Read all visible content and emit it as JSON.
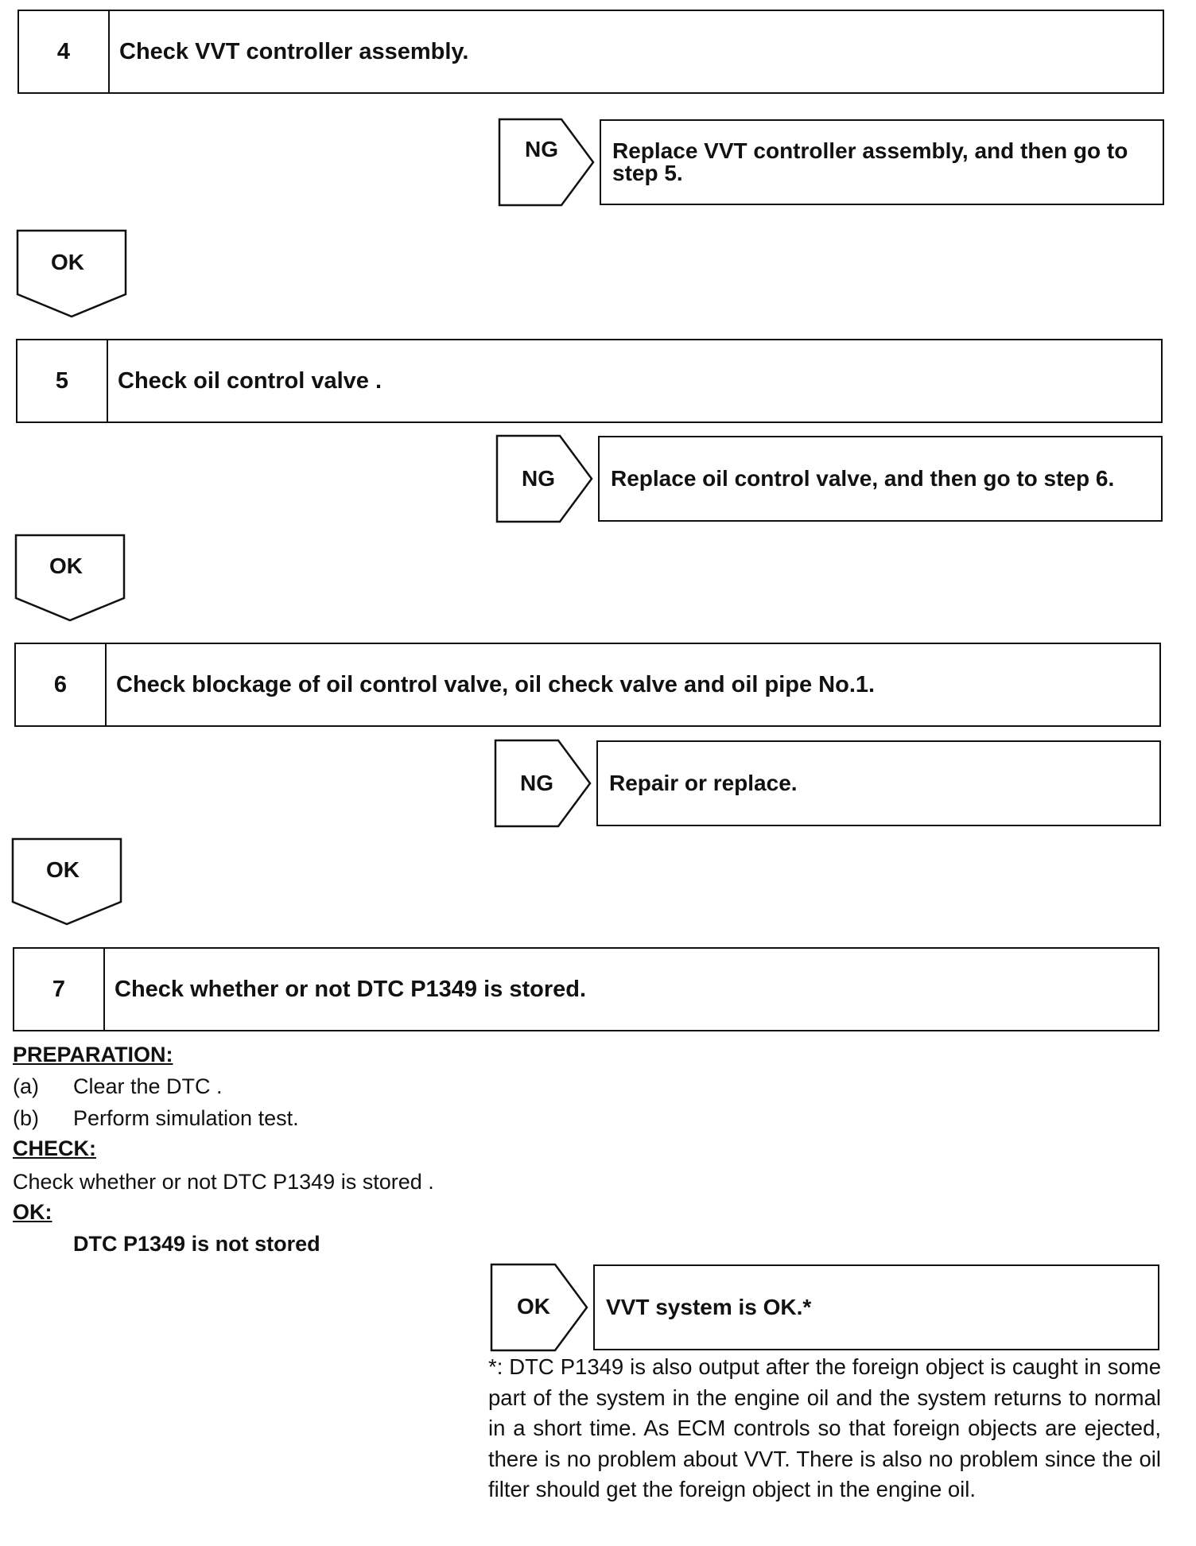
{
  "steps": [
    {
      "number": "4",
      "title": "Check VVT controller assembly.",
      "ng_label": "NG",
      "ng_action": "Replace VVT controller assembly, and then go to step 5.",
      "ok_label": "OK"
    },
    {
      "number": "5",
      "title": "Check oil control valve .",
      "ng_label": "NG",
      "ng_action": "Replace oil control valve, and then go to step 6.",
      "ok_label": "OK"
    },
    {
      "number": "6",
      "title": "Check blockage of oil control valve, oil check valve and oil pipe No.1.",
      "ng_label": "NG",
      "ng_action": "Repair or replace.",
      "ok_label": "OK"
    },
    {
      "number": "7",
      "title": "Check whether or not DTC P1349 is stored."
    }
  ],
  "details": {
    "preparation_header": "PREPARATION:",
    "prep_items": [
      {
        "marker": "(a)",
        "text": "Clear the DTC ."
      },
      {
        "marker": "(b)",
        "text": "Perform simulation test."
      }
    ],
    "check_header": "CHECK:",
    "check_text": "Check whether or not DTC P1349 is stored .",
    "ok_header": "OK:",
    "ok_text": "DTC P1349 is not stored"
  },
  "final": {
    "label": "OK",
    "result": "VVT system is OK.*",
    "note": "*: DTC P1349 is also output after the foreign object is caught in some part of the system in the engine oil and the system returns to normal in a short time. As ECM controls so that foreign objects are ejected, there is no problem about VVT. There is also no problem since the oil filter should get the foreign object in the engine oil."
  }
}
